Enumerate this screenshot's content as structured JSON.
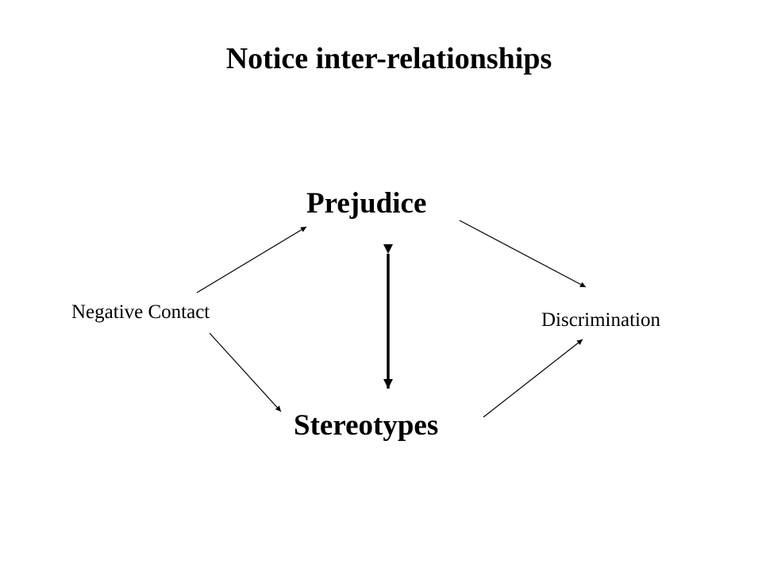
{
  "slide": {
    "title": "Notice inter-relationships"
  },
  "nodes": {
    "prejudice": "Prejudice",
    "stereotypes": "Stereotypes",
    "negative_contact": "Negative Contact",
    "discrimination": "Discrimination"
  },
  "colors": {
    "background": "#ffffff",
    "text": "#000000",
    "arrow": "#000000"
  }
}
